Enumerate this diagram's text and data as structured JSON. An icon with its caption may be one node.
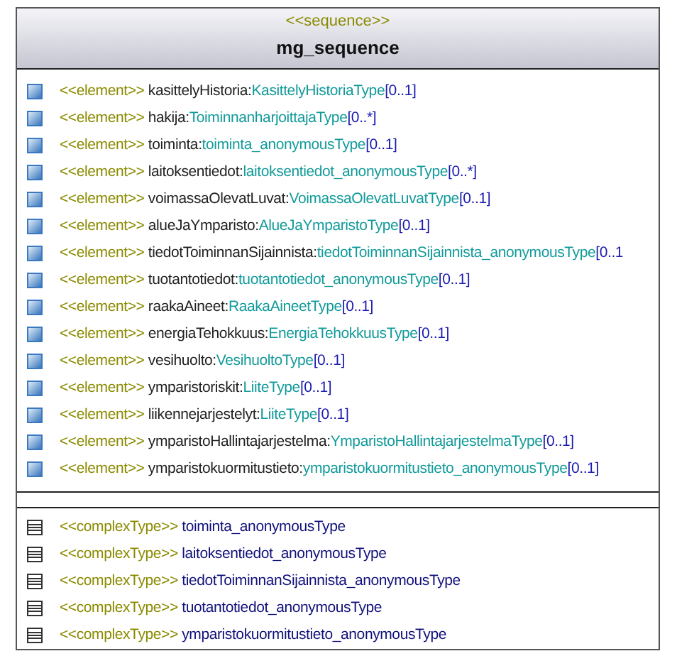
{
  "diagram": {
    "nodes": [
      {
        "text": [
          "<<sequence>>",
          "mg_sequence"
        ]
      }
    ],
    "labels": [
      "<<element>>",
      "kasittelyHistoria:",
      "KasittelyHistoriaType",
      "[0..1]",
      "<<element>>",
      "hakija:",
      "ToiminnanharjoittajaType",
      "[0..*]",
      "<<element>>",
      "toiminta:",
      "toiminta_anonymousType",
      "[0..1]",
      "<<element>>",
      "laitoksentiedot:",
      "laitoksentiedot_anonymousType",
      "[0..*]",
      "<<element>>",
      "voimassaOlevatLuvat:",
      "VoimassaOlevatLuvatType",
      "[0..1]",
      "<<element>>",
      "alueJaYmparisto:",
      "AlueJaYmparistoType",
      "[0..1]",
      "<<element>>",
      "tiedotToiminnanSijainnista:",
      "tiedotToiminnanSijainnista_anonymousType",
      "[0..1",
      "<<element>>",
      "tuotantotiedot:",
      "tuotantotiedot_anonymousType",
      "[0..1]",
      "<<element>>",
      "raakaAineet:",
      "RaakaAineetType",
      "[0..1]",
      "<<element>>",
      "energiaTehokkuus:",
      "EnergiaTehokkuusType",
      "[0..1]",
      "<<element>>",
      "vesihuolto:",
      "VesihuoltoType",
      "[0..1]",
      "<<element>>",
      "ymparistoriskit:",
      "LiiteType",
      "[0..1]",
      "<<element>>",
      "liikennejarjestelyt:",
      "LiiteType",
      "[0..1]",
      "<<element>>",
      "ymparistoHallintajarjestelma:",
      "YmparistoHallintajarjestelmaType",
      "[0..1]",
      "<<element>>",
      "ymparistokuormitustieto:",
      "ymparistokuormitustieto_anonymousType",
      "[0..1]",
      "<<complexType>>",
      "toiminta_anonymousType",
      "<<complexType>>",
      "laitoksentiedot_anonymousType",
      "<<complexType>>",
      "tiedotToiminnanSijainnista_anonymousType",
      "<<complexType>>",
      "tuotantotiedot_anonymousType",
      "<<complexType>>",
      "ymparistokuormitustieto_anonymousType"
    ]
  }
}
